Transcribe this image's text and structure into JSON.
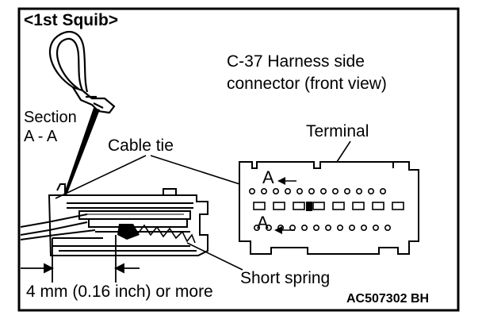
{
  "header": {
    "squib_label": "<1st Squib>"
  },
  "connector": {
    "title_line1": "C-37 Harness side",
    "title_line2": "connector (front view)"
  },
  "section": {
    "line1": "Section",
    "line2": "A - A"
  },
  "labels": {
    "cable_tie": "Cable tie",
    "terminal": "Terminal",
    "short_spring": "Short spring",
    "dimension": "4 mm (0.16 inch) or more",
    "section_marker_top": "A",
    "section_marker_bottom": "A"
  },
  "figure_code": "AC507302 BH"
}
